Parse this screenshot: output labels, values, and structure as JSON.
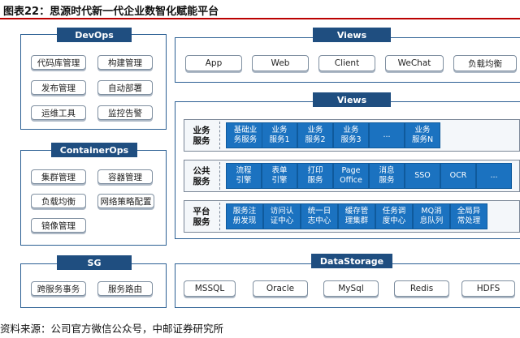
{
  "figure": {
    "title": "图表22：思源时代新一代企业数智化赋能平台",
    "source": "资料来源：公司官方微信公众号，中邮证券研究所"
  },
  "devops": {
    "title": "DevOps",
    "items": [
      "代码库管理",
      "构建管理",
      "发布管理",
      "自动部署",
      "运维工具",
      "监控告警"
    ]
  },
  "containerops": {
    "title": "ContainerOps",
    "items": [
      "集群管理",
      "容器管理",
      "负载均衡",
      "网络策略配置",
      "镜像管理"
    ]
  },
  "sg": {
    "title": "SG",
    "items": [
      "跨服务事务",
      "服务路由"
    ]
  },
  "views_top": {
    "title": "Views",
    "items": [
      "App",
      "Web",
      "Client",
      "WeChat",
      "负载均衡"
    ]
  },
  "views_main": {
    "title": "Views",
    "business": {
      "label": [
        "业务",
        "服务"
      ],
      "boxes": [
        [
          "基础业",
          "务服务"
        ],
        [
          "业务",
          "服务1"
        ],
        [
          "业务",
          "服务2"
        ],
        [
          "业务",
          "服务3"
        ],
        [
          "..."
        ],
        [
          "业务",
          "服务N"
        ]
      ]
    },
    "public": {
      "label": [
        "公共",
        "服务"
      ],
      "boxes": [
        [
          "流程",
          "引擎"
        ],
        [
          "表单",
          "引擎"
        ],
        [
          "打印",
          "服务"
        ],
        [
          "Page",
          "Office"
        ],
        [
          "消息",
          "服务"
        ],
        [
          "SSO"
        ],
        [
          "OCR"
        ],
        [
          "..."
        ]
      ]
    },
    "platform": {
      "label": [
        "平台",
        "服务"
      ],
      "boxes": [
        [
          "服务注",
          "册发现"
        ],
        [
          "访问认",
          "证中心"
        ],
        [
          "统一日",
          "志中心"
        ],
        [
          "缓存管",
          "理集群"
        ],
        [
          "任务调",
          "度中心"
        ],
        [
          "MQ消",
          "息队列"
        ],
        [
          "全局异",
          "常处理"
        ]
      ]
    }
  },
  "datastorage": {
    "title": "DataStorage",
    "items": [
      "MSSQL",
      "Oracle",
      "MySql",
      "Redis",
      "HDFS"
    ]
  }
}
